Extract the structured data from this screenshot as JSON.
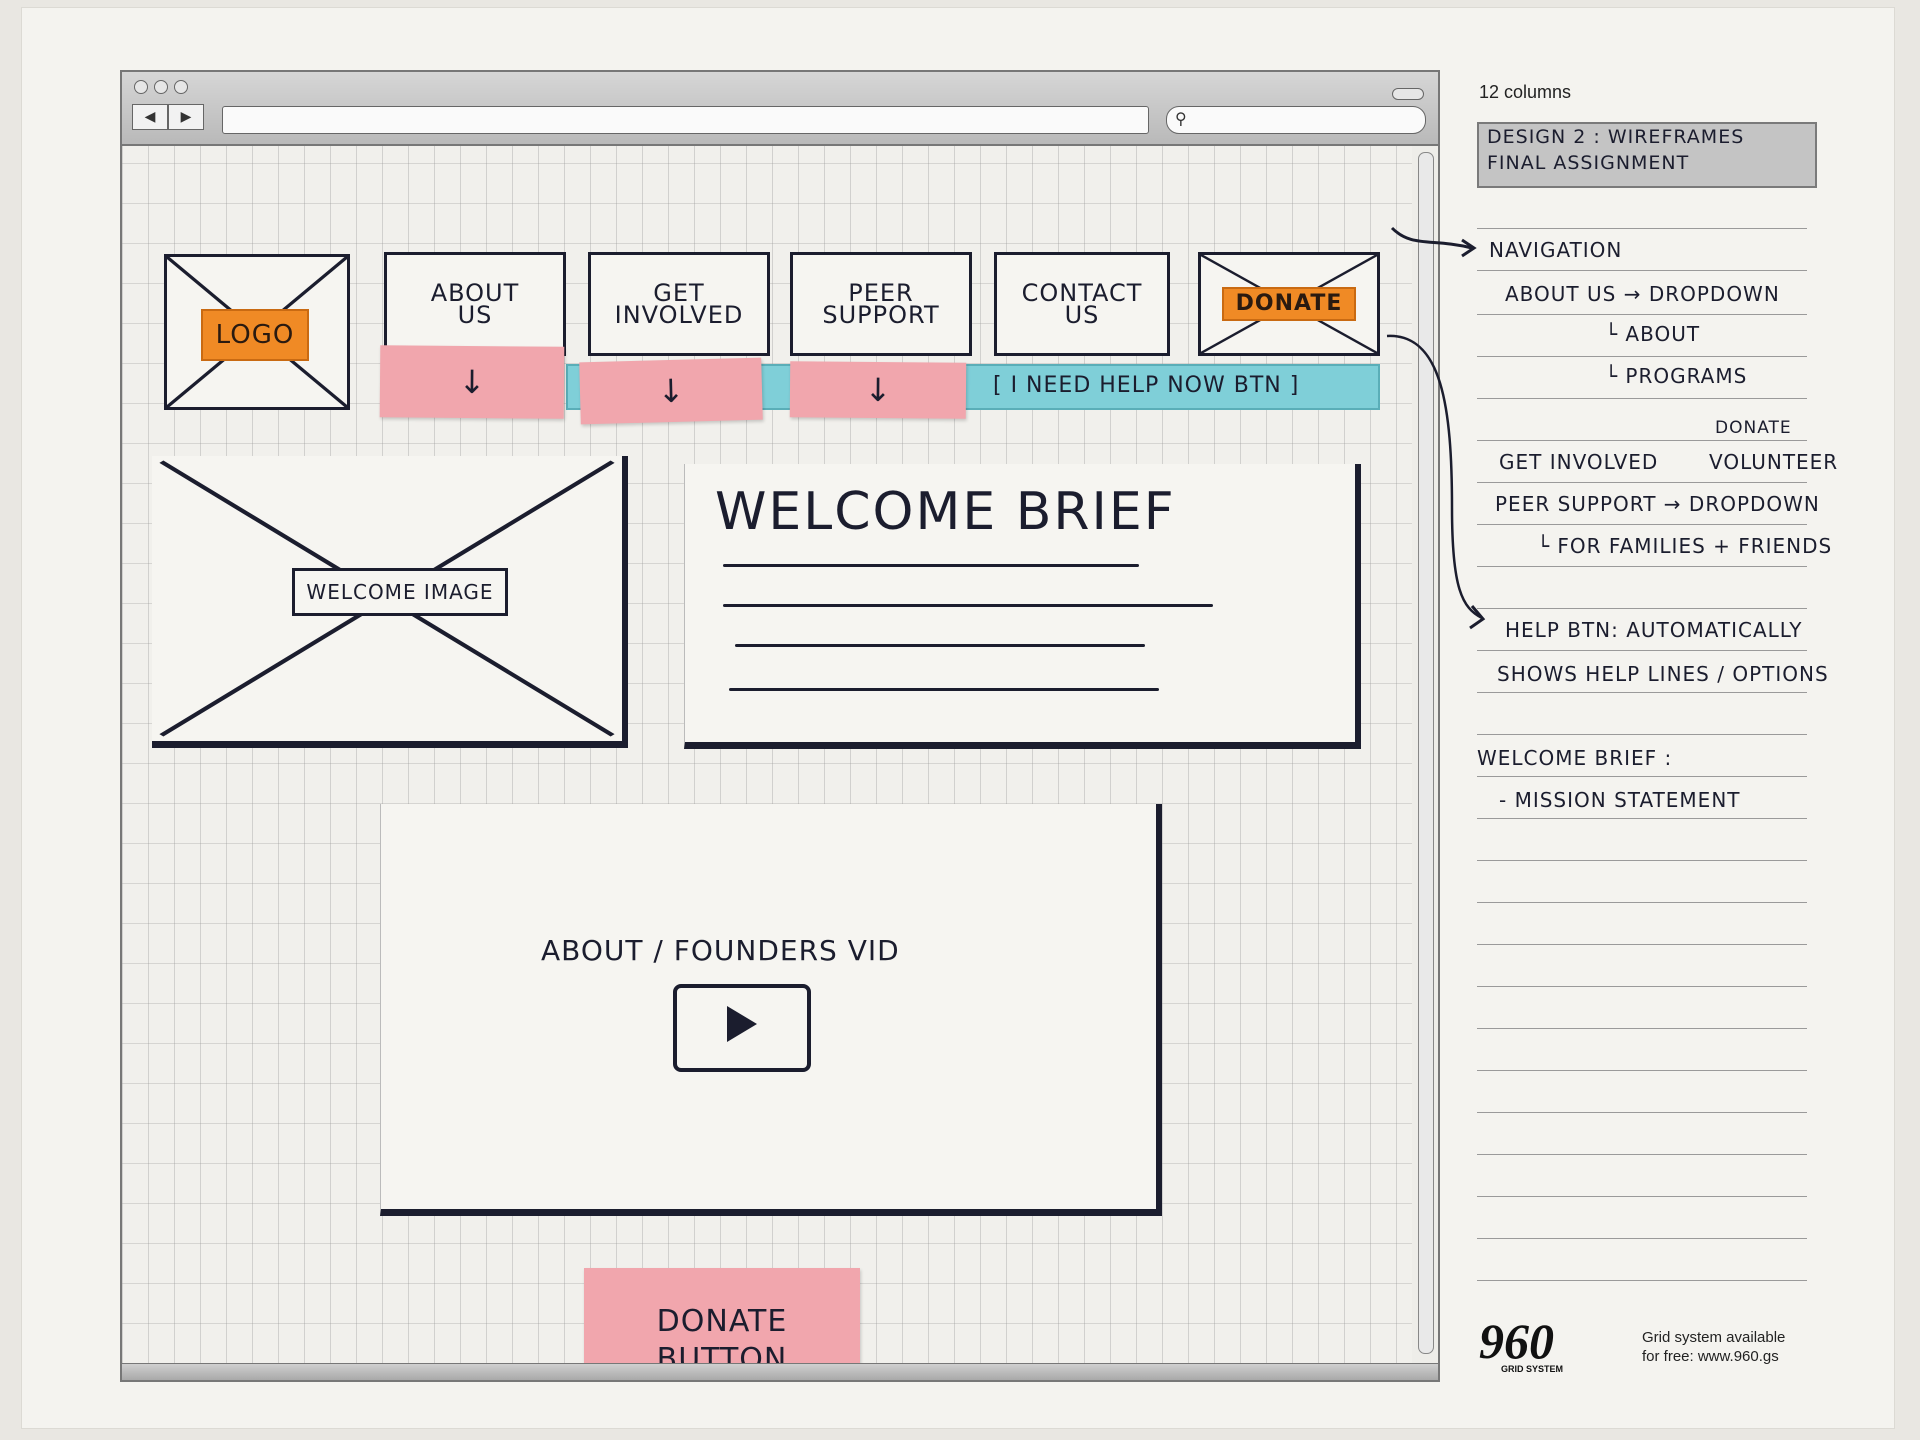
{
  "side": {
    "columns_label": "12 columns",
    "title_line1": "DESIGN 2 : WIREFRAMES",
    "title_line2": "FINAL ASSIGNMENT",
    "notes": [
      "NAVIGATION",
      "ABOUT US → DROPDOWN",
      "└ ABOUT",
      "└ PROGRAMS",
      "DONATE",
      "GET INVOLVED",
      "VOLUNTEER",
      "PEER SUPPORT → DROPDOWN",
      "└ FOR FAMILIES + FRIENDS",
      "HELP BTN: AUTOMATICALLY",
      "SHOWS HELP LINES / OPTIONS",
      "WELCOME BRIEF :",
      "- MISSION STATEMENT"
    ],
    "footer_logo": "960",
    "footer_logo_sub": "GRID SYSTEM",
    "footer_line1": "Grid system available",
    "footer_line2": "for free: www.960.gs"
  },
  "wireframe": {
    "logo_label": "LOGO",
    "nav": {
      "about": "ABOUT\nUS",
      "get_involved": "GET\nINVOLVED",
      "peer_support": "PEER\nSUPPORT",
      "contact": "CONTACT\nUS",
      "donate": "DONATE"
    },
    "help_bar_label": "[ I NEED HELP NOW BTN ]",
    "welcome_image_label": "WELCOME IMAGE",
    "welcome_brief_title": "WELCOME BRIEF",
    "video_label": "ABOUT / FOUNDERS VID",
    "donate_button": "DONATE\nBUTTON"
  },
  "colors": {
    "orange": "#f08a25",
    "pink_sticky": "#f1a6ad",
    "cyan_help": "#7fcfd8",
    "ink": "#1b1d2e"
  }
}
